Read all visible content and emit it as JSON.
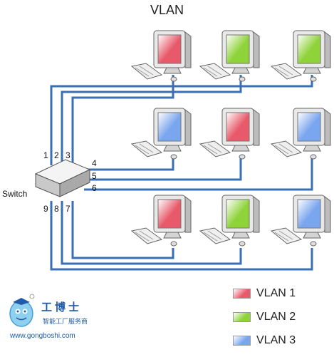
{
  "title": "VLAN",
  "switch_label": "Switch",
  "port_labels": [
    "1",
    "2",
    "3",
    "4",
    "5",
    "6",
    "9",
    "8",
    "7"
  ],
  "pcs": [
    {
      "row": 1,
      "col": 1,
      "vlan": 1
    },
    {
      "row": 1,
      "col": 2,
      "vlan": 2
    },
    {
      "row": 1,
      "col": 3,
      "vlan": 2
    },
    {
      "row": 2,
      "col": 1,
      "vlan": 3
    },
    {
      "row": 2,
      "col": 2,
      "vlan": 1
    },
    {
      "row": 2,
      "col": 3,
      "vlan": 3
    },
    {
      "row": 3,
      "col": 1,
      "vlan": 1
    },
    {
      "row": 3,
      "col": 2,
      "vlan": 2
    },
    {
      "row": 3,
      "col": 3,
      "vlan": 3
    }
  ],
  "legend": [
    {
      "label": "VLAN 1",
      "color": "#e85a6a"
    },
    {
      "label": "VLAN 2",
      "color": "#8fd33a"
    },
    {
      "label": "VLAN 3",
      "color": "#7aa6ef"
    }
  ],
  "cable_color": "#3b6fb3",
  "watermark": {
    "brand": "工博士",
    "tagline": "智能工厂服务商",
    "url": "www.gongboshi.com"
  }
}
